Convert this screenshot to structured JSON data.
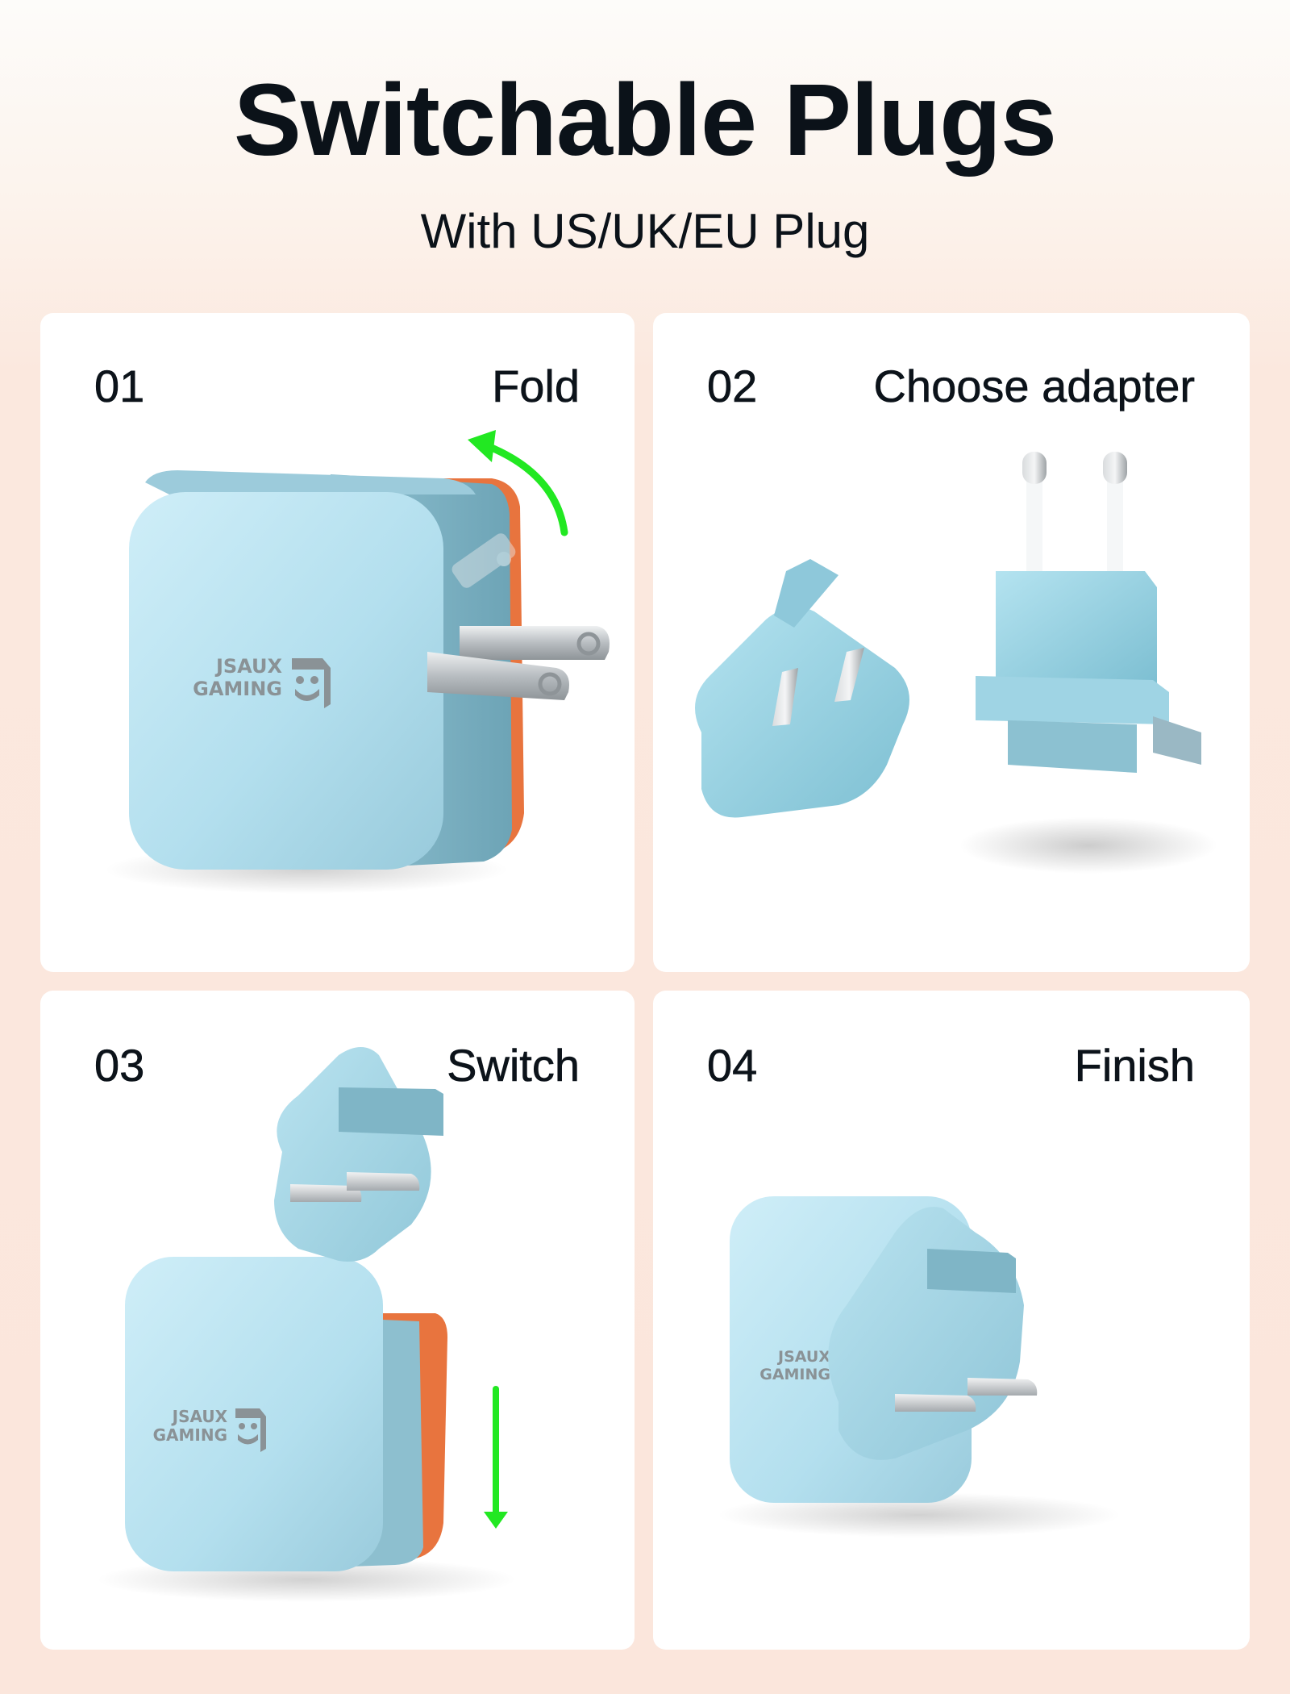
{
  "header": {
    "title": "Switchable Plugs",
    "subtitle": "With US/UK/EU Plug"
  },
  "steps": [
    {
      "number": "01",
      "label": "Fold",
      "image": "us-plug-charger-folding",
      "arrow": "green-curved-arrow-up-left"
    },
    {
      "number": "02",
      "label": "Choose adapter",
      "image": "uk-and-eu-adapters",
      "arrow": null
    },
    {
      "number": "03",
      "label": "Switch",
      "image": "charger-with-uk-adapter-sliding-down",
      "arrow": "green-arrow-down"
    },
    {
      "number": "04",
      "label": "Finish",
      "image": "charger-with-uk-adapter-attached",
      "arrow": null
    }
  ],
  "brand": {
    "logo_line1": "JSAUX",
    "logo_line2": "GAMING"
  },
  "colors": {
    "background_top": "#fdfcfa",
    "background_bottom": "#fbe6dc",
    "card": "#ffffff",
    "text": "#0c131a",
    "charger_blue": "#b8e2ef",
    "charger_shade": "#7fb7c9",
    "accent_orange": "#e8743e",
    "arrow_green": "#22e822",
    "logo_gray": "#8a9296",
    "metal": "#c9cdd0"
  }
}
